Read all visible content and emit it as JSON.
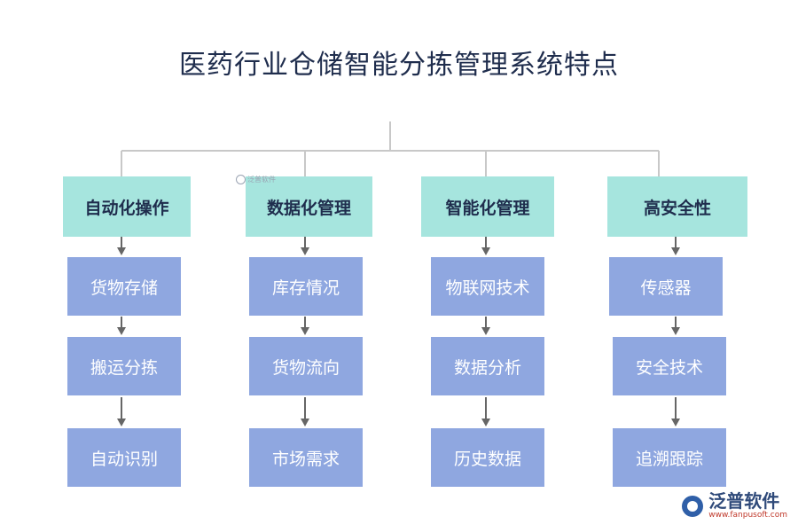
{
  "title": "医药行业仓储智能分拣管理系统特点",
  "columns": [
    {
      "header": "自动化操作",
      "items": [
        "货物存储",
        "搬运分拣",
        "自动识别"
      ]
    },
    {
      "header": "数据化管理",
      "items": [
        "库存情况",
        "货物流向",
        "市场需求"
      ]
    },
    {
      "header": "智能化管理",
      "items": [
        "物联网技术",
        "数据分析",
        "历史数据"
      ]
    },
    {
      "header": "高安全性",
      "items": [
        "传感器",
        "安全技术",
        "追溯跟踪"
      ]
    }
  ],
  "watermark": "泛普软件",
  "logo": {
    "name": "泛普软件",
    "url": "www.fanpusoft.com"
  },
  "colors": {
    "header_fill": "#a6e5de",
    "item_fill": "#8fa7e0",
    "connector": "#c8c8c8",
    "arrow": "#666666"
  }
}
